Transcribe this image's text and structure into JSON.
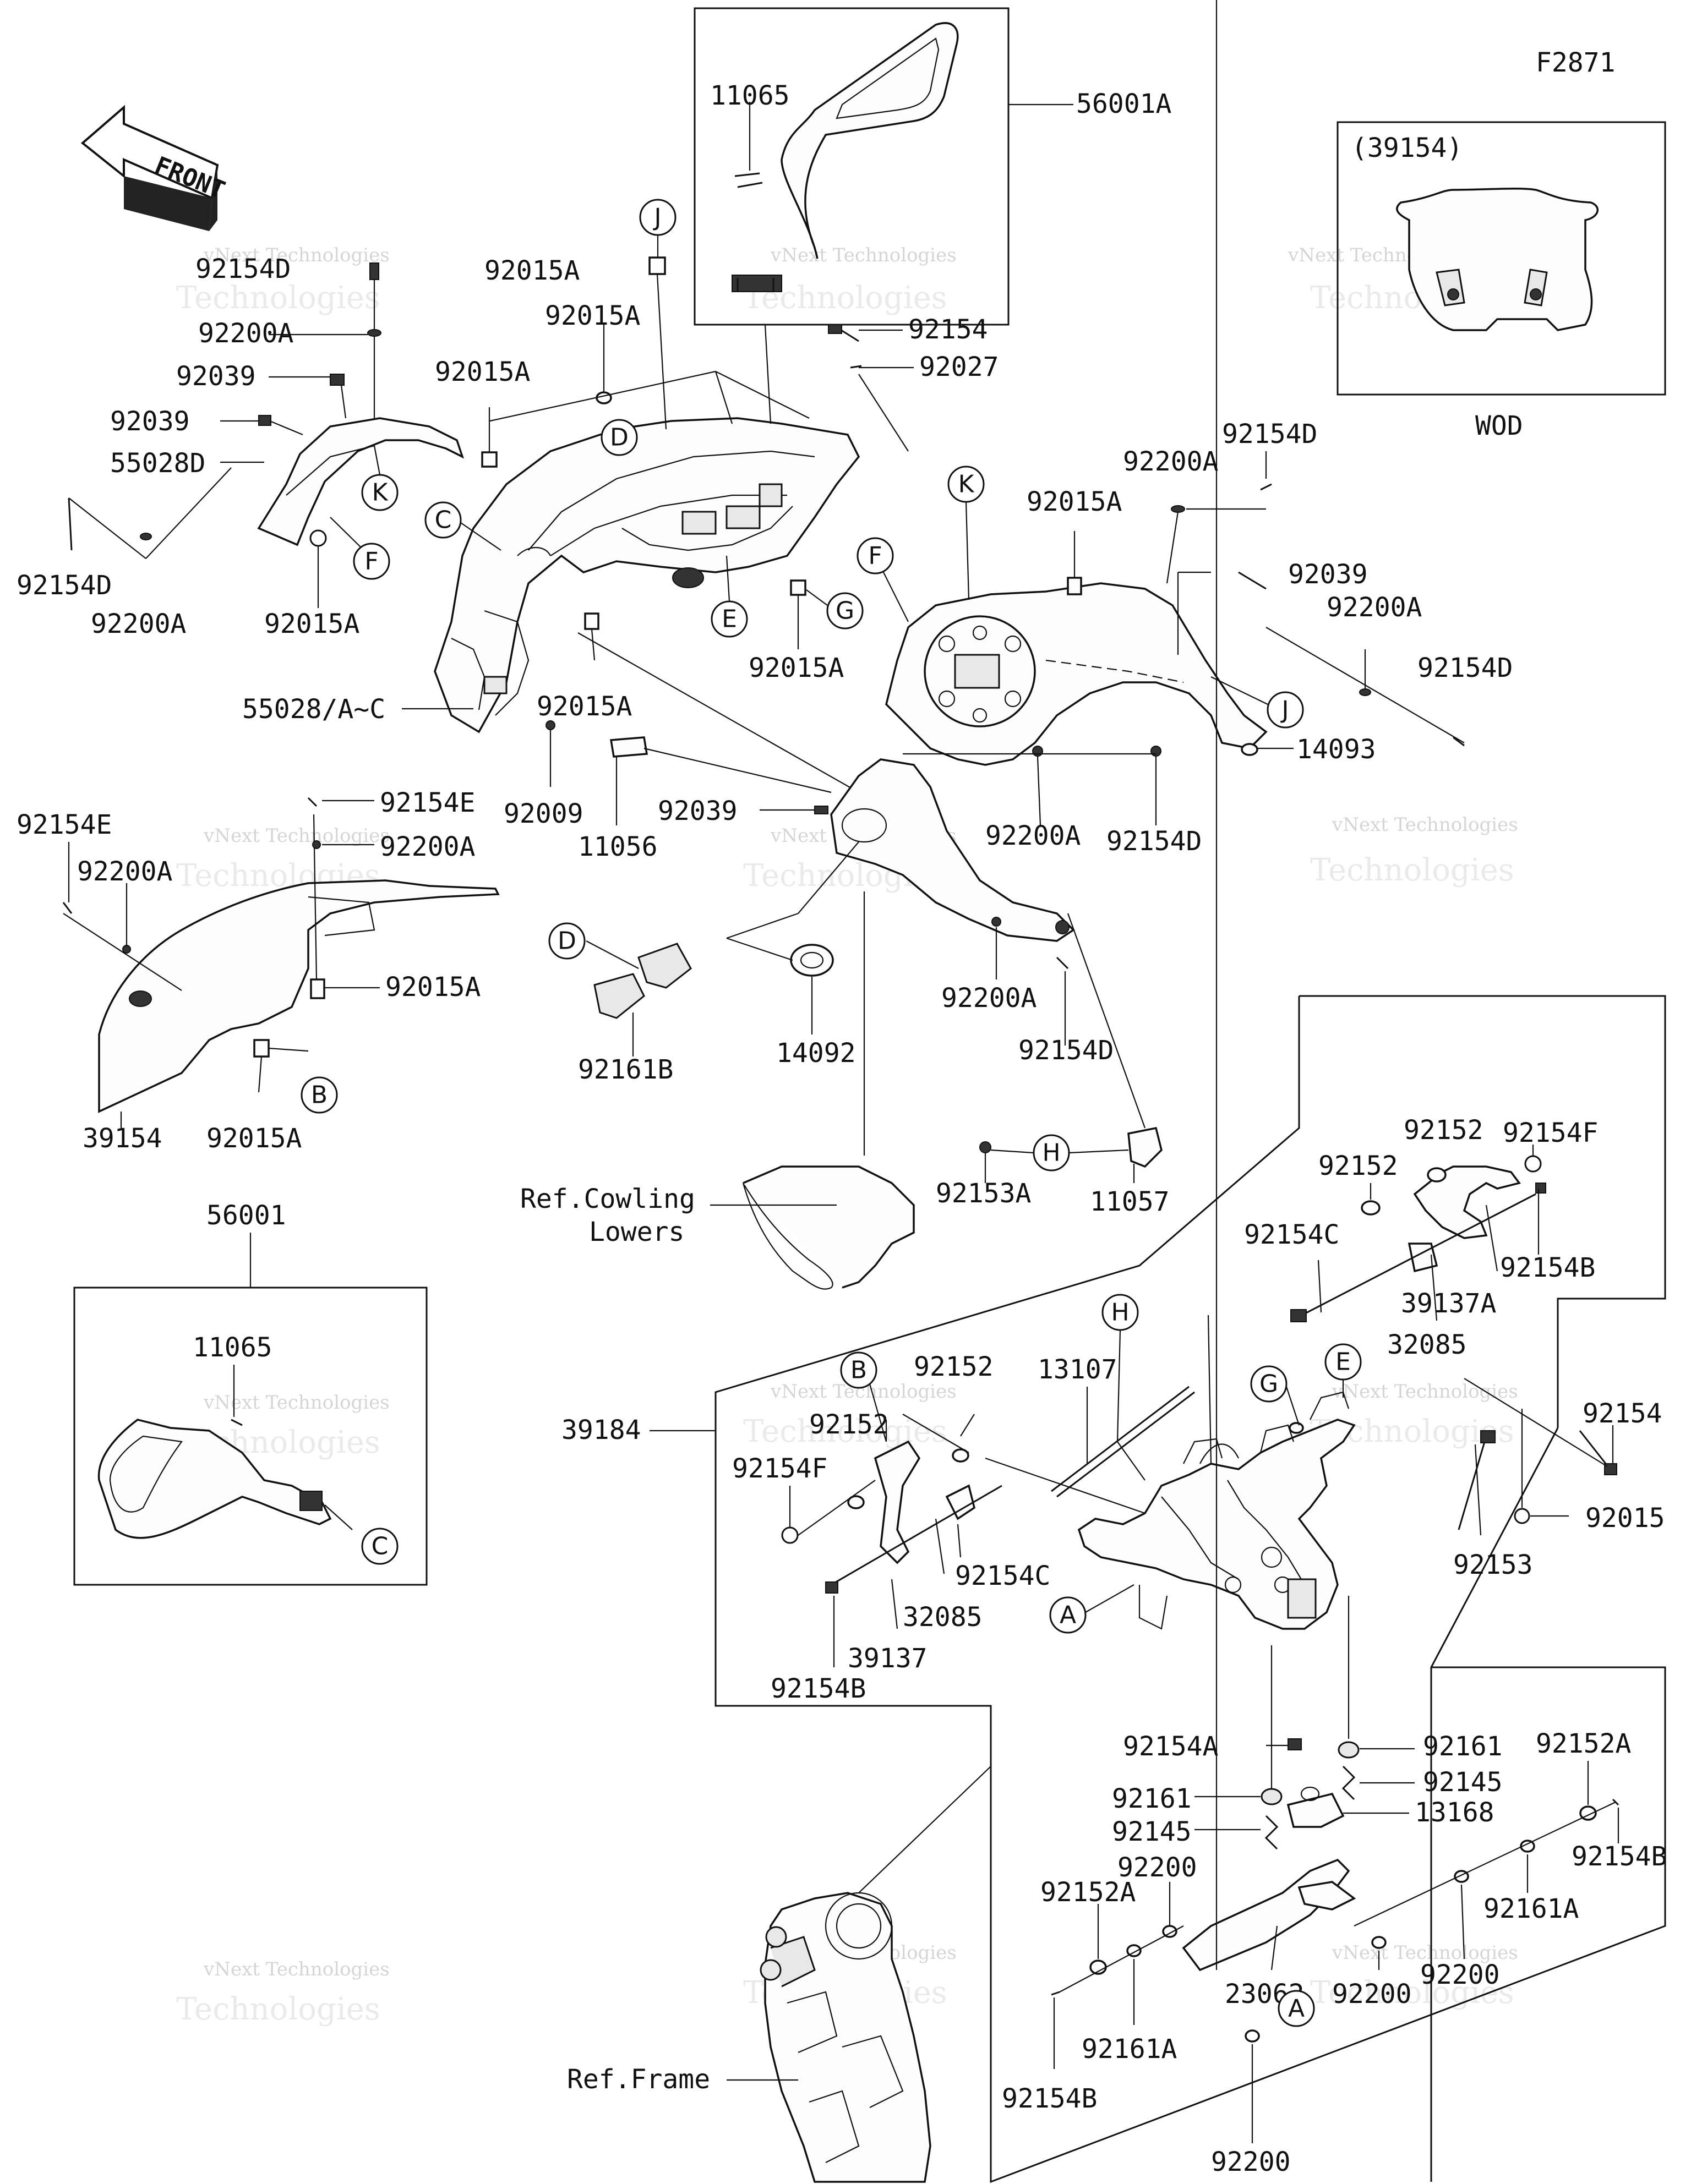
{
  "figure_code": "F2871",
  "front_label": "FRONT",
  "watermark": {
    "line1": "vNext Technologies",
    "line2": "Technologies"
  },
  "wod_box": {
    "title": "(39154)",
    "caption": "WOD"
  },
  "alt_mirror_box": {
    "part": "56001"
  },
  "ref_labels": {
    "cowling_line1": "Ref.Cowling",
    "cowling_line2": "Lowers",
    "frame": "Ref.Frame"
  },
  "callouts": [
    "A",
    "B",
    "C",
    "D",
    "E",
    "F",
    "G",
    "H",
    "J",
    "K"
  ],
  "parts": {
    "p11065_top": "11065",
    "p56001A": "56001A",
    "p92154D_1": "92154D",
    "p92200A_1": "92200A",
    "p92039_1": "92039",
    "p92039_2": "92039",
    "p55028D": "55028D",
    "p92154D_2": "92154D",
    "p92200A_2": "92200A",
    "p92015A_1": "92015A",
    "p92015A_2": "92015A",
    "p92015A_3": "92015A",
    "p92015A_4": "92015A",
    "p92154_1": "92154",
    "p92027": "92027",
    "p92200A_3": "92200A",
    "p92154D_3": "92154D",
    "p92015A_5": "92015A",
    "p92039_3": "92039",
    "p92200A_4": "92200A",
    "p92154D_4": "92154D",
    "p55028AC": "55028/A~C",
    "p92015A_6": "92015A",
    "p92015A_7": "92015A",
    "p14093": "14093",
    "p92009": "92009",
    "p11056": "11056",
    "p92039_4": "92039",
    "p92200A_5": "92200A",
    "p92154D_5": "92154D",
    "p92154E_1": "92154E",
    "p92200A_6": "92200A",
    "p92154E_2": "92154E",
    "p92200A_7": "92200A",
    "p92015A_8": "92015A",
    "p39154": "39154",
    "p92015A_9": "92015A",
    "p92161B": "92161B",
    "p14092": "14092",
    "p92200A_8": "92200A",
    "p92154D_6": "92154D",
    "p92153A": "92153A",
    "p11057": "11057",
    "p11065_b": "11065",
    "p92154F_1": "92154F",
    "p92152_1": "92152",
    "p92152_2": "92152",
    "p92154C_1": "92154C",
    "p92154B_1": "92154B",
    "p39137A": "39137A",
    "p32085_1": "32085",
    "p92152_3": "92152",
    "p13107": "13107",
    "p92152_4": "92152",
    "p92154F_2": "92154F",
    "p92154_2": "92154",
    "p92015": "92015",
    "p39184": "39184",
    "p92153": "92153",
    "p92154C_2": "92154C",
    "p32085_2": "32085",
    "p39137": "39137",
    "p92154B_2": "92154B",
    "p92154A": "92154A",
    "p92161_1": "92161",
    "p92161_2": "92161",
    "p92145_1": "92145",
    "p92145_2": "92145",
    "p13168": "13168",
    "p92152A_1": "92152A",
    "p92154B_3": "92154B",
    "p92200_1": "92200",
    "p92152A_2": "92152A",
    "p92161A_1": "92161A",
    "p92200_2": "92200",
    "p23062": "23062",
    "p92200_3": "92200",
    "p92161A_2": "92161A",
    "p92154B_4": "92154B",
    "p92200_4": "92200"
  }
}
